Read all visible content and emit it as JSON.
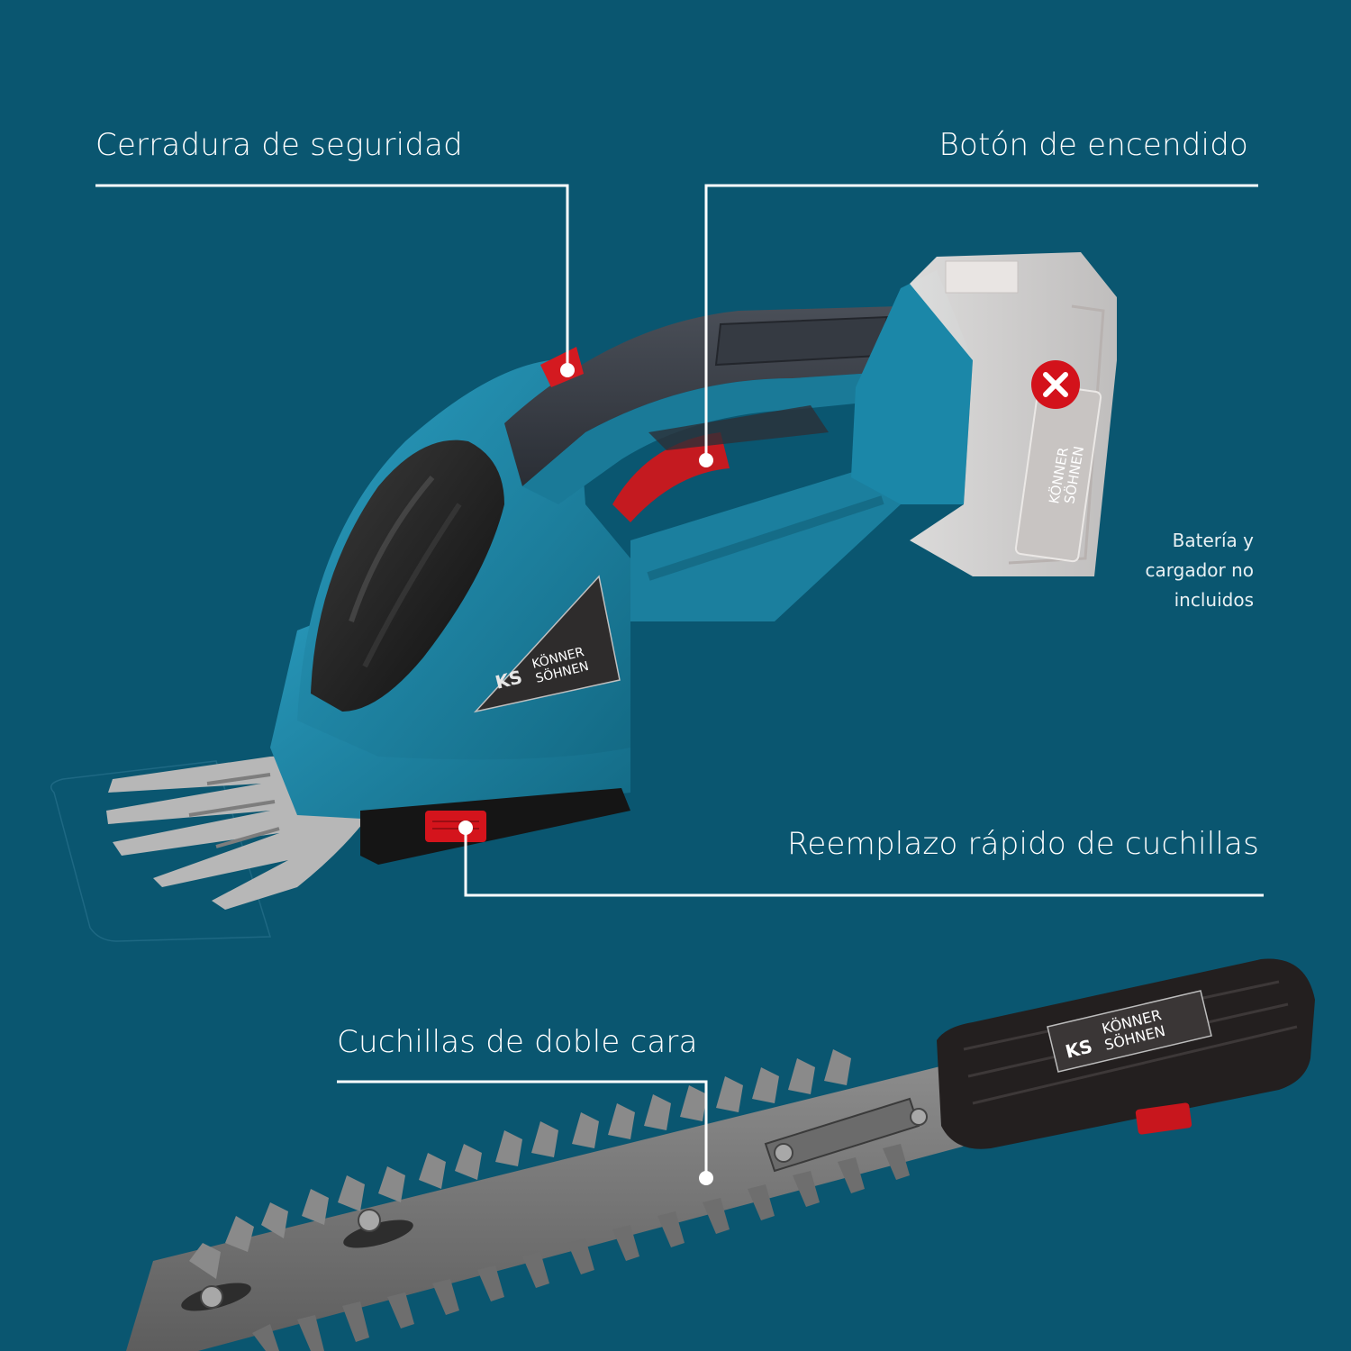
{
  "colors": {
    "background": "#0a5670",
    "callout_line": "#ffffff",
    "tool_body": "#1b7f9e",
    "grip": "#3a3f48",
    "accent_red": "#c8161d",
    "battery": "#d9d4d2",
    "blade": "#9a9a9a",
    "hedge_housing": "#2a2626"
  },
  "brand": {
    "line1": "KÖNNER",
    "line2": "SÖHNEN",
    "monogram": "KS"
  },
  "callouts": {
    "safety_lock": {
      "label": "Cerradura de seguridad"
    },
    "power_button": {
      "label": "Botón de encendido"
    },
    "quick_blade_change": {
      "label": "Reemplazo rápido de cuchillas"
    },
    "double_sided_blades": {
      "label": "Cuchillas de doble cara"
    }
  },
  "battery_note": {
    "line1": "Batería y",
    "line2": "cargador no",
    "line3": "incluidos"
  },
  "icons": {
    "battery_excluded": "x-circle-icon"
  }
}
